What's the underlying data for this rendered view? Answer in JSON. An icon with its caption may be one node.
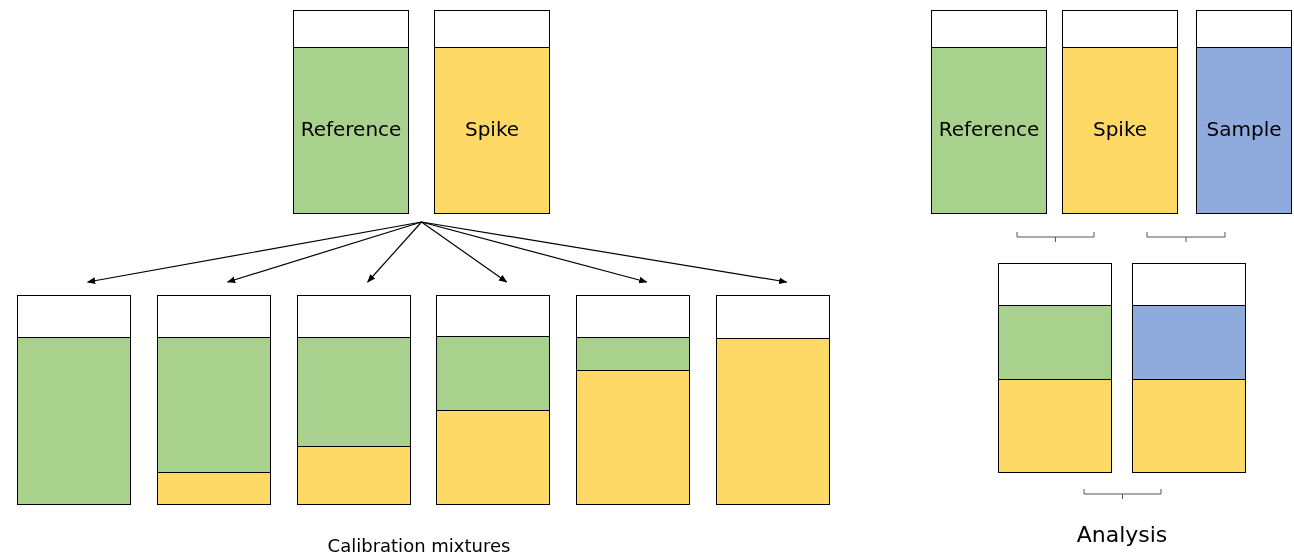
{
  "diagram": {
    "nodes": [
      {
        "text": [
          "Reference"
        ]
      },
      {
        "text": [
          "Spike"
        ]
      },
      {
        "text": [],
        "shape": "box"
      },
      {
        "text": [],
        "shape": "box"
      },
      {
        "text": [],
        "shape": "box"
      },
      {
        "text": [],
        "shape": "box"
      },
      {
        "text": [],
        "shape": "box"
      },
      {
        "text": [],
        "shape": "box"
      },
      {
        "text": [
          "Reference"
        ]
      },
      {
        "text": [
          "Spike"
        ]
      },
      {
        "text": [
          "Sample"
        ]
      },
      {
        "text": [],
        "shape": "box"
      },
      {
        "text": [],
        "shape": "box"
      }
    ],
    "edges": [
      {
        "from": 0,
        "to": 2,
        "arrow": "to"
      },
      {
        "from": 1,
        "to": 2,
        "arrow": "to"
      },
      {
        "from": 0,
        "to": 3,
        "arrow": "to"
      },
      {
        "from": 1,
        "to": 3,
        "arrow": "to"
      },
      {
        "from": 0,
        "to": 4,
        "arrow": "to"
      },
      {
        "from": 1,
        "to": 4,
        "arrow": "to"
      },
      {
        "from": 0,
        "to": 5,
        "arrow": "to"
      },
      {
        "from": 1,
        "to": 5,
        "arrow": "to"
      },
      {
        "from": 0,
        "to": 6,
        "arrow": "to"
      },
      {
        "from": 1,
        "to": 6,
        "arrow": "to"
      },
      {
        "from": 0,
        "to": 7,
        "arrow": "to"
      },
      {
        "from": 1,
        "to": 7,
        "arrow": "to"
      }
    ],
    "labels": [
      "Calibration mixtures",
      "Analysis"
    ]
  }
}
